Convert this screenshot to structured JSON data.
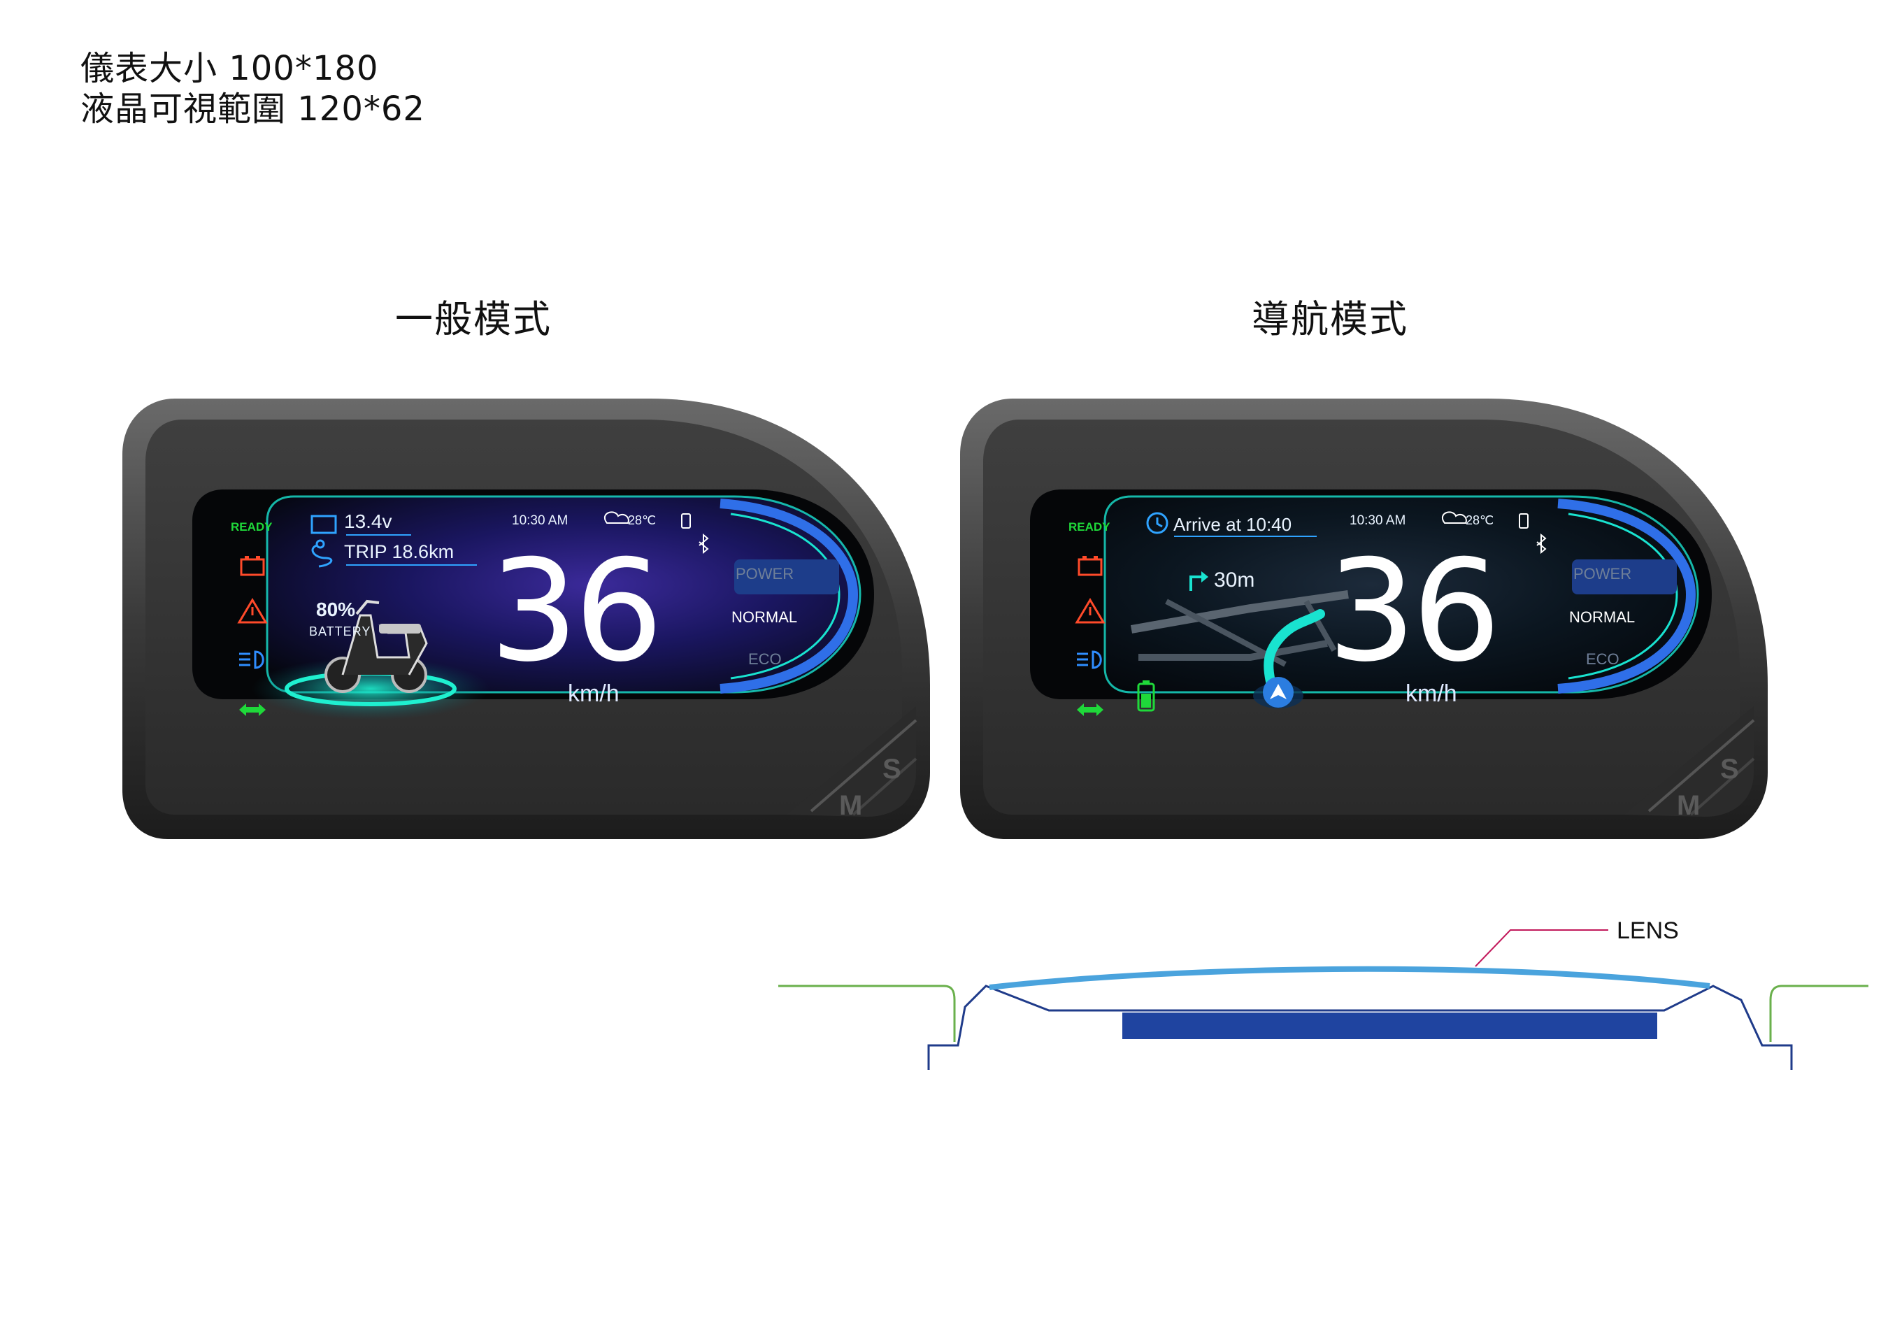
{
  "spec": {
    "line1": "儀表大小 100*180",
    "line2": "液晶可視範圍 120*62"
  },
  "clusters": {
    "normal": {
      "title": "一般模式",
      "ready": "READY",
      "voltage": "13.4v",
      "trip": "TRIP 18.6km",
      "time": "10:30 AM",
      "temperature": "28℃",
      "battery_pct": "80%",
      "battery_label": "BATTERY",
      "speed": "36",
      "unit": "km/h",
      "modes": [
        "POWER",
        "NORMAL",
        "ECO"
      ],
      "selected_mode": "NORMAL",
      "button_s": "S",
      "button_m": "M"
    },
    "nav": {
      "title": "導航模式",
      "ready": "READY",
      "arrive": "Arrive at 10:40",
      "turn_distance": "30m",
      "time": "10:30 AM",
      "temperature": "28℃",
      "speed": "36",
      "unit": "km/h",
      "modes": [
        "POWER",
        "NORMAL",
        "ECO"
      ],
      "selected_mode": "NORMAL",
      "button_s": "S",
      "button_m": "M"
    }
  },
  "lens": {
    "label": "LENS"
  },
  "colors": {
    "accent_cyan": "#19e3d0",
    "accent_blue": "#2f6fe8",
    "ready_green": "#1fd93a",
    "warning_red": "#ff4a2a",
    "lens_blue": "#4aa3dd",
    "panel_blue": "#1f44a0",
    "frame_navy": "#1f3b8a",
    "bezel_green": "#6ab04c",
    "leader_pink": "#c2185b"
  },
  "icons": [
    "battery-icon",
    "warning-icon",
    "headlight-icon",
    "turn-signal-icon",
    "clock-icon",
    "route-icon",
    "cloud-icon",
    "phone-icon",
    "bluetooth-icon",
    "turn-right-icon",
    "navigation-arrow-icon"
  ]
}
